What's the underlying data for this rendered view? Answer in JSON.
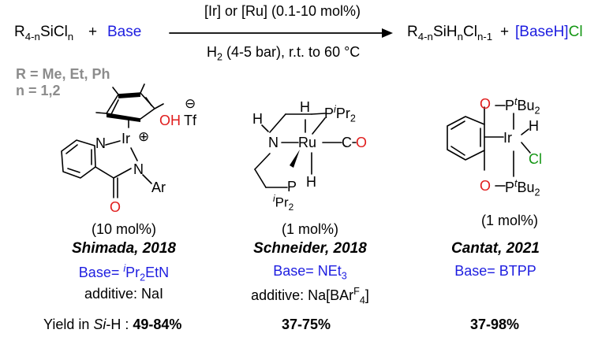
{
  "scheme": {
    "reactant_sicl": "R4-nSiCln",
    "plus1": " + ",
    "base": "Base",
    "cond_top": "[Ir] or [Ru] (0.1-10 mol%)",
    "cond_bottom": "H2 (4-5 bar), r.t. to 60 °C",
    "product_si": "R4-nSiHnCln-1",
    "plus2": " + ",
    "product_salt": "[BaseH]Cl",
    "r_def": "R = Me, Et, Ph",
    "n_def": "n = 1,2"
  },
  "catalysts": [
    {
      "loading": "(10 mol%)",
      "author": "Shimada, 2018",
      "base_label": "Base= ",
      "base_value": "iPr2EtN",
      "additive": "additive: NaI",
      "yield_label": "Yield in Si-H : ",
      "yield": "49-84%",
      "atoms": {
        "N1": "N",
        "Ir": "Ir",
        "OH": "OH",
        "OTf": "Tf",
        "N2": "N",
        "Ar": "Ar",
        "O": "O",
        "plus": "⊕",
        "minus": "⊖"
      }
    },
    {
      "loading": "(1 mol%)",
      "author": "Schneider, 2018",
      "base_label": "Base= ",
      "base_value": "NEt3",
      "additive": "additive: Na[BArF4]",
      "yield": "37-75%",
      "atoms": {
        "H1": "H",
        "N": "N",
        "Ru": "Ru",
        "C": "C",
        "O": "O",
        "P1": "PiPr2",
        "P2": "P",
        "iPr2": "iPr2",
        "H2": "H",
        "H3": "H"
      }
    },
    {
      "loading": "(1 mol%)",
      "author": "Cantat, 2021",
      "base_label": "Base= ",
      "base_value": "BTPP",
      "yield": "37-98%",
      "atoms": {
        "O1": "O",
        "P1": "PtBu2",
        "Ir": "Ir",
        "H": "H",
        "Cl": "Cl",
        "O2": "O",
        "P2": "PtBu2"
      }
    }
  ],
  "colors": {
    "base": "#1d1de0",
    "chloride": "#149614",
    "oxygen": "#e01d1d",
    "label_gray": "#8c8c8c"
  }
}
